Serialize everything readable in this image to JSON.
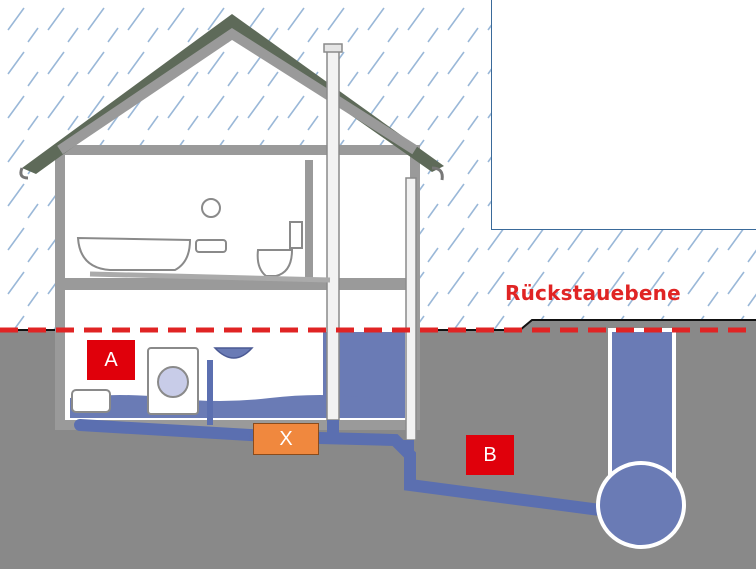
{
  "labels": {
    "a": "A",
    "b": "B",
    "x": "X",
    "backflow_level": "Rückstauebene"
  },
  "colors": {
    "ground": "#898989",
    "water": "#6a7bb5",
    "pipe": "#5b6fb0",
    "house_wall": "#9a9a9a",
    "roof": "#5e6a59",
    "backflow_line": "#e02424",
    "label_red": "#e0000b",
    "label_orange": "#f0883e",
    "rain": "#9ab8d8"
  }
}
